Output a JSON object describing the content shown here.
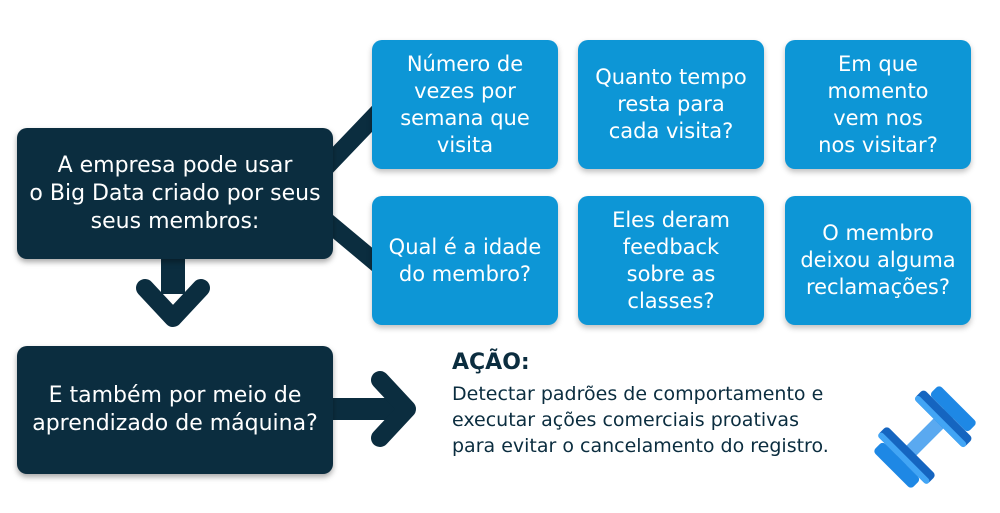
{
  "main_box": {
    "text": "A empresa pode usar\no Big Data criado por seus\nseus membros:"
  },
  "ml_box": {
    "text": "E também por meio de\naprendizado de máquina?"
  },
  "questions": [
    {
      "text": "Número de\nvezes por\nsemana que\nvisita"
    },
    {
      "text": "Quanto tempo\nresta para\ncada visita?"
    },
    {
      "text": "Em que\nmomento\nvem nos\nnos visitar?"
    },
    {
      "text": "Qual é a idade\ndo membro?"
    },
    {
      "text": "Eles deram\nfeedback\nsobre as\nclasses?"
    },
    {
      "text": "O membro\ndeixou alguma\nreclamações?"
    }
  ],
  "action": {
    "title": "AÇÃO:",
    "text": "Detectar padrões de comportamento e\nexecutar ações comerciais proativas\npara evitar o cancelamento do registro."
  },
  "icons": {
    "action_icon": "dumbbell-icon"
  },
  "colors": {
    "dark": "#0b2d3f",
    "blue": "#0d96d6",
    "icon_blue": "#1e88e5"
  }
}
